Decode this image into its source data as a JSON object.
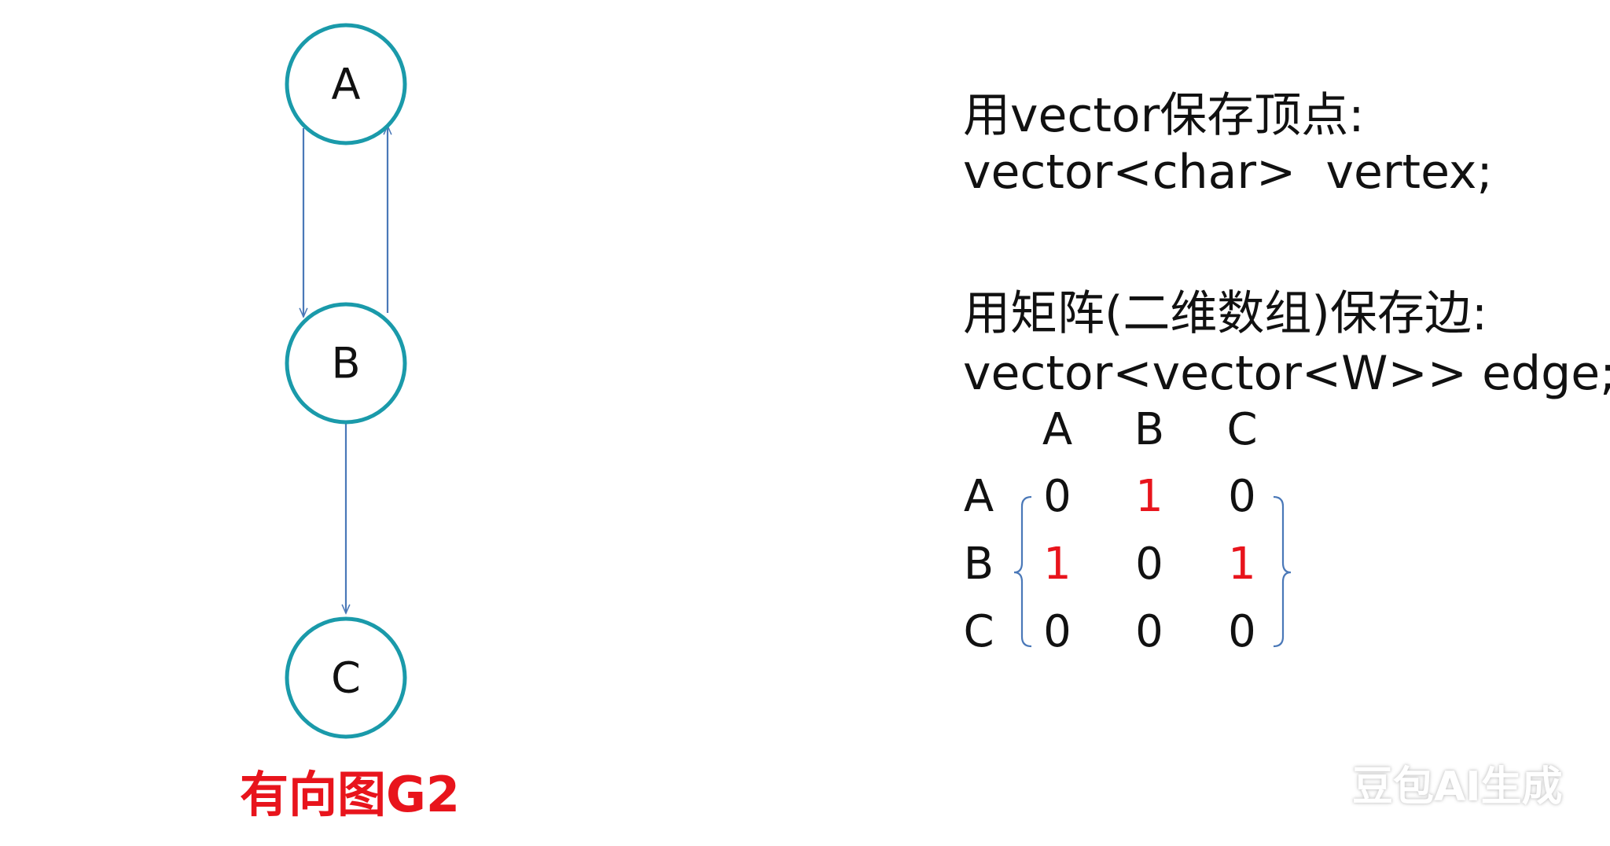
{
  "graph": {
    "nodes": [
      {
        "id": "A",
        "label": "A"
      },
      {
        "id": "B",
        "label": "B"
      },
      {
        "id": "C",
        "label": "C"
      }
    ],
    "edges": [
      {
        "from": "A",
        "to": "B"
      },
      {
        "from": "B",
        "to": "A"
      },
      {
        "from": "B",
        "to": "C"
      }
    ],
    "caption": "有向图G2",
    "node_stroke_color": "#1a9aaa",
    "edge_color": "#4a78b8",
    "caption_color": "#e8141c"
  },
  "explanation": {
    "vertex_title": "用vector保存顶点:",
    "vertex_code": "vector<char>  vertex;",
    "edge_title": "用矩阵(二维数组)保存边:",
    "edge_code": "vector<vector<W>> edge;"
  },
  "matrix": {
    "col_headers": [
      "A",
      "B",
      "C"
    ],
    "row_headers": [
      "A",
      "B",
      "C"
    ],
    "rows": [
      [
        "0",
        "1",
        "0"
      ],
      [
        "1",
        "0",
        "1"
      ],
      [
        "0",
        "0",
        "0"
      ]
    ],
    "highlight_color": "#e8141c",
    "bracket_color": "#4a78b8"
  },
  "watermark": "豆包AI生成"
}
